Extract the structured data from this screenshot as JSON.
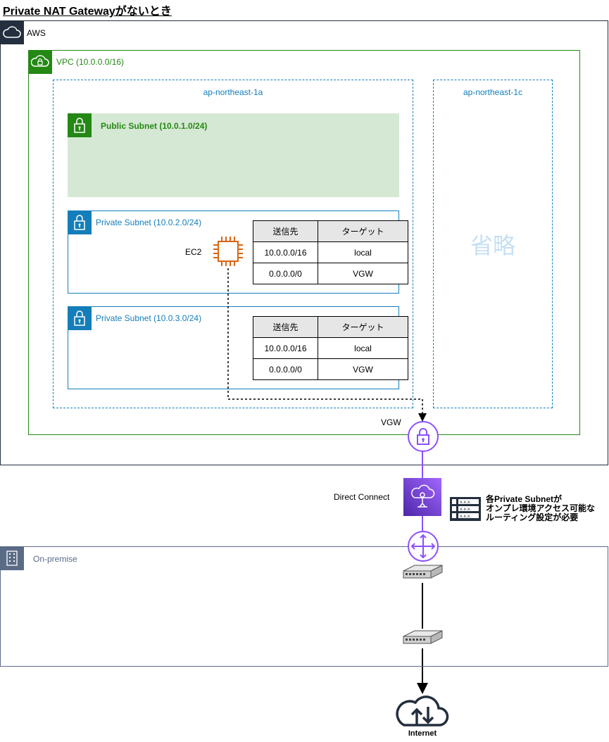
{
  "title": "Private NAT Gatewayがないとき",
  "aws": {
    "label": "AWS"
  },
  "vpc": {
    "label": "VPC  (10.0.0.0/16)"
  },
  "az_a": {
    "label": "ap-northeast-1a"
  },
  "az_c": {
    "label": "ap-northeast-1c",
    "omitted": "省略"
  },
  "public_subnet": {
    "label": "Public Subnet (10.0.1.0/24)"
  },
  "private_subnet_1": {
    "label": "Private Subnet  (10.0.2.0/24)",
    "ec2_label": "EC2",
    "route_table": {
      "headers": [
        "送信先",
        "ターゲット"
      ],
      "rows": [
        [
          "10.0.0.0/16",
          "local"
        ],
        [
          "0.0.0.0/0",
          "VGW"
        ]
      ]
    }
  },
  "private_subnet_2": {
    "label": "Private Subnet  (10.0.3.0/24)",
    "route_table": {
      "headers": [
        "送信先",
        "ターゲット"
      ],
      "rows": [
        [
          "10.0.0.0/16",
          "local"
        ],
        [
          "0.0.0.0/0",
          "VGW"
        ]
      ]
    }
  },
  "vgw": {
    "label": "VGW"
  },
  "direct_connect": {
    "label": "Direct Connect"
  },
  "note": {
    "line1": "各Private Subnetが",
    "line2": "オンプレ環境アクセス可能な",
    "line3": "ルーティング設定が必要"
  },
  "onpremise": {
    "label": "On-premise"
  },
  "internet": {
    "label": "Internet"
  },
  "colors": {
    "aws_dark": "#232f3e",
    "vpc_green": "#248814",
    "public_green": "#d5e8d4",
    "private_blue": "#147eba",
    "az_blue": "#147eba",
    "purple": "#8c4fff",
    "ec2_orange": "#d86613",
    "onprem_gray": "#5a6b86"
  },
  "icons": [
    "cloud-icon",
    "vpc-icon",
    "lock-icon",
    "ec2-chip-icon",
    "vgw-lock-icon",
    "direct-connect-icon",
    "router-icon",
    "switch-icon",
    "route-table-icon",
    "building-icon",
    "internet-cloud-icon"
  ]
}
